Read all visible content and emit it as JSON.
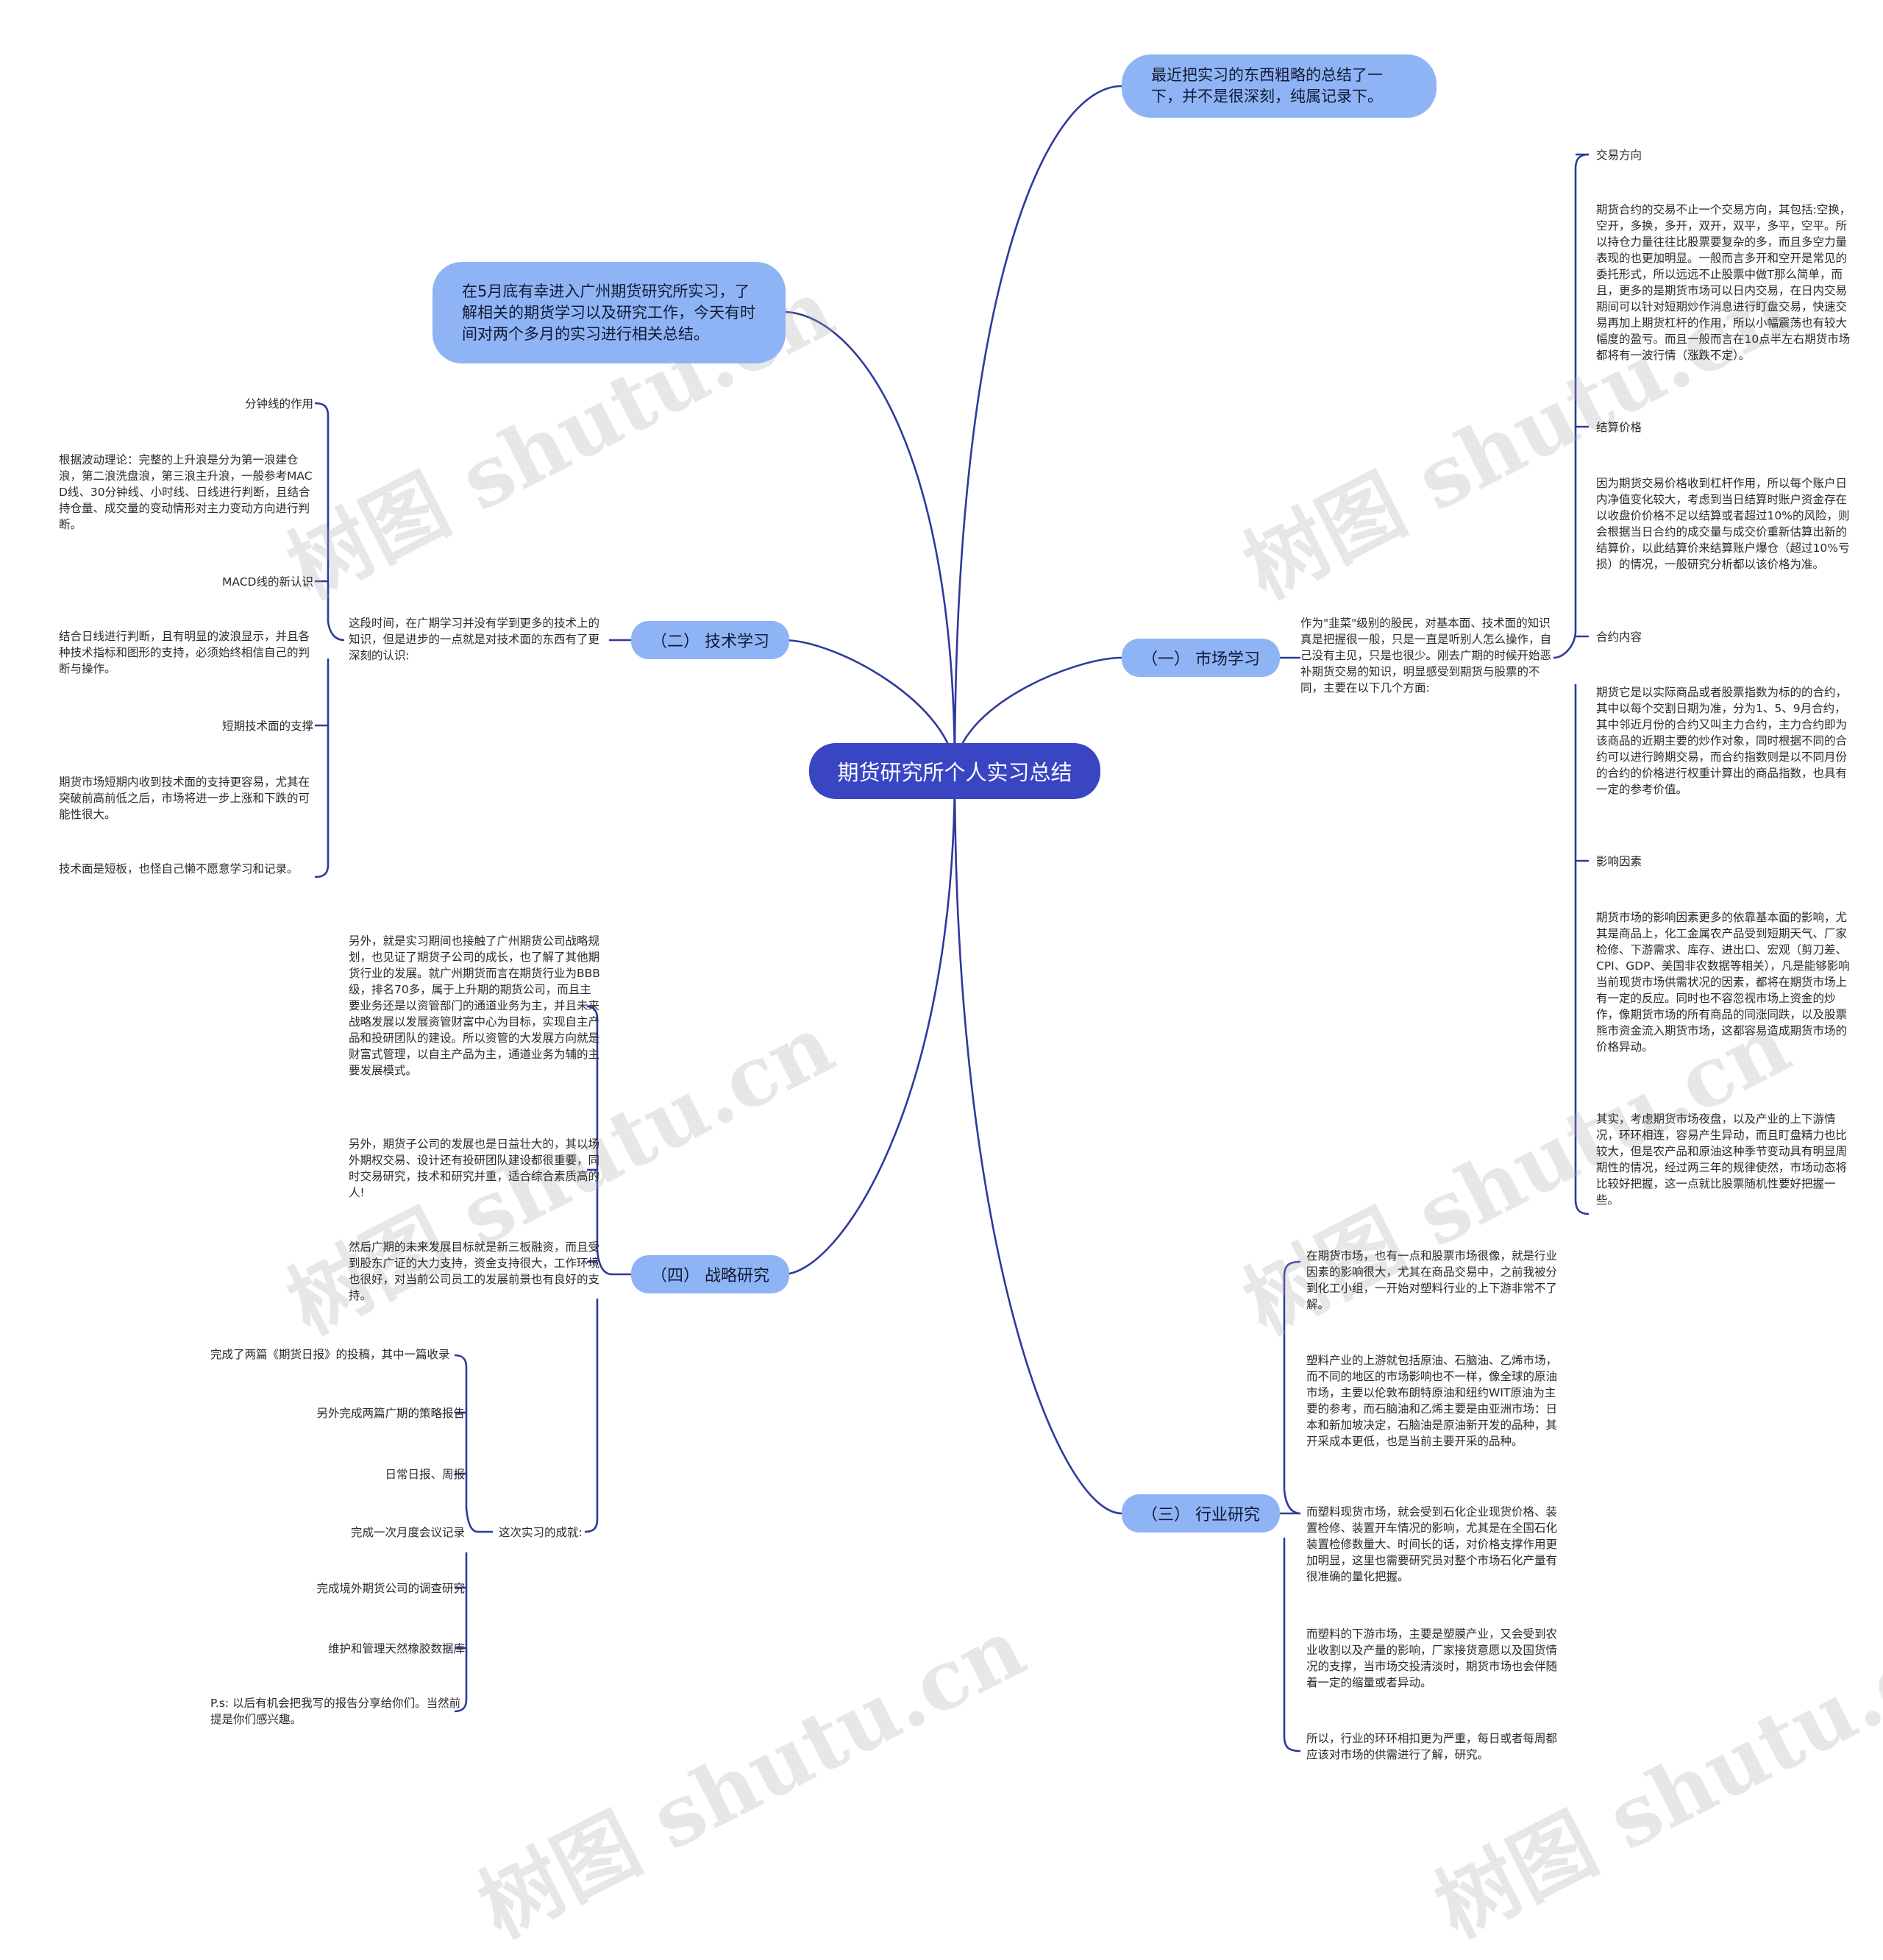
{
  "root": {
    "title": "期货研究所个人实习总结"
  },
  "intro": {
    "note": "最近把实习的东西粗略的总结了一下，并不是很深刻，纯属记录下。",
    "summary": "在5月底有幸进入广州期货研究所实习，了解相关的期货学习以及研究工作，今天有时间对两个多月的实习进行相关总结。"
  },
  "market": {
    "label": "（一） 市场学习",
    "desc": "作为\"韭菜\"级别的股民，对基本面、技术面的知识真是把握很一般，只是一直是听别人怎么操作，自己没有主见，只是也很少。刚去广期的时候开始恶补期货交易的知识，明显感受到期货与股票的不同，主要在以下几个方面:",
    "items": [
      "交易方向",
      "期货合约的交易不止一个交易方向，其包括:空换，空开，多换，多开，双开，双平，多平，空平。所以持仓力量往往比股票要复杂的多，而且多空力量表现的也更加明显。一般而言多开和空开是常见的委托形式，所以远远不止股票中做T那么简单，而且，更多的是期货市场可以日内交易，在日内交易期间可以针对短期炒作消息进行盯盘交易，快速交易再加上期货杠杆的作用，所以小幅震荡也有较大幅度的盈亏。而且一般而言在10点半左右期货市场都将有一波行情（涨跌不定）。",
      "结算价格",
      "因为期货交易价格收到杠杆作用，所以每个账户日内净值变化较大，考虑到当日结算时账户资金存在以收盘价价格不足以结算或者超过10%的风险，则会根据当日合约的成交量与成交价重新估算出新的结算价，以此结算价来结算账户爆仓（超过10%亏损）的情况，一般研究分析都以该价格为准。",
      "合约内容",
      "期货它是以实际商品或者股票指数为标的的合约，其中以每个交割日期为准，分为1、5、9月合约，其中邻近月份的合约又叫主力合约，主力合约即为该商品的近期主要的炒作对象，同时根据不同的合约可以进行跨期交易，而合约指数则是以不同月份的合约的价格进行权重计算出的商品指数，也具有一定的参考价值。",
      "影响因素",
      "期货市场的影响因素更多的依靠基本面的影响，尤其是商品上，化工金属农产品受到短期天气、厂家检修、下游需求、库存、进出口、宏观（剪刀差、CPI、GDP、美国非农数据等相关），凡是能够影响当前现货市场供需状况的因素，都将在期货市场上有一定的反应。同时也不容忽视市场上资金的炒作，像期货市场的所有商品的同涨同跌，以及股票熊市资金流入期货市场，这都容易造成期货市场的价格异动。",
      "其实，考虑期货市场夜盘，以及产业的上下游情况，环环相连，容易产生异动，而且盯盘精力也比较大，但是农产品和原油这种季节变动具有明显周期性的情况，经过两三年的规律使然，市场动态将比较好把握，这一点就比股票随机性要好把握一些。"
    ]
  },
  "tech": {
    "label": "（二） 技术学习",
    "desc": "这段时间，在广期学习并没有学到更多的技术上的知识，但是进步的一点就是对技术面的东西有了更深刻的认识:",
    "items": [
      "分钟线的作用",
      "根据波动理论：完整的上升浪是分为第一浪建仓浪，第二浪洗盘浪，第三浪主升浪，一般参考MACD线、30分钟线、小时线、日线进行判断，且结合持仓量、成交量的变动情形对主力变动方向进行判断。",
      "MACD线的新认识",
      "结合日线进行判断，且有明显的波浪显示，并且各种技术指标和图形的支持，必须始终相信自己的判断与操作。",
      "短期技术面的支撑",
      "期货市场短期内收到技术面的支持更容易，尤其在突破前高前低之后，市场将进一步上涨和下跌的可能性很大。",
      "技术面是短板，也怪自己懒不愿意学习和记录。"
    ]
  },
  "industry": {
    "label": "（三） 行业研究",
    "items": [
      "在期货市场，也有一点和股票市场很像，就是行业因素的影响很大，尤其在商品交易中，之前我被分到化工小组，一开始对塑料行业的上下游非常不了解。",
      "塑料产业的上游就包括原油、石脑油、乙烯市场，而不同的地区的市场影响也不一样，像全球的原油市场，主要以伦敦布朗特原油和纽约WIT原油为主要的参考，而石脑油和乙烯主要是由亚洲市场：日本和新加坡决定，石脑油是原油新开发的品种，其开采成本更低，也是当前主要开采的品种。",
      "而塑料现货市场，就会受到石化企业现货价格、装置检修、装置开车情况的影响，尤其是在全国石化装置检修数量大、时间长的话，对价格支撑作用更加明显，这里也需要研究员对整个市场石化产量有很准确的量化把握。",
      "而塑料的下游市场，主要是塑膜产业，又会受到农业收割以及产量的影响，厂家接货意愿以及国货情况的支撑，当市场交投清淡时，期货市场也会伴随着一定的缩量或者异动。",
      "所以，行业的环环相扣更为严重，每日或者每周都应该对市场的供需进行了解，研究。"
    ]
  },
  "strategy": {
    "label": "（四） 战略研究",
    "paras": [
      "另外，就是实习期间也接触了广州期货公司战略规划，也见证了期货子公司的成长，也了解了其他期货行业的发展。就广州期货而言在期货行业为BBB级，排名70多，属于上升期的期货公司，而且主要业务还是以资管部门的通道业务为主，并且未来战略发展以发展资管财富中心为目标，实现自主产品和投研团队的建设。所以资管的大发展方向就是财富式管理，以自主产品为主，通道业务为辅的主要发展模式。",
      "另外，期货子公司的发展也是日益壮大的，其以场外期权交易、设计还有投研团队建设都很重要，同时交易研究，技术和研究并重，适合综合素质高的人!",
      "然后广期的未来发展目标就是新三板融资，而且受到股东广证的大力支持，资金支持很大，工作环境也很好，对当前公司员工的发展前景也有良好的支持。"
    ],
    "achievements_label": "这次实习的成就:",
    "achievements": [
      "完成了两篇《期货日报》的投稿，其中一篇收录",
      "另外完成两篇广期的策略报告",
      "日常日报、周报",
      "完成一次月度会议记录",
      "完成境外期货公司的调查研究",
      "维护和管理天然橡胶数据库",
      "P.s: 以后有机会把我写的报告分享给你们。当然前提是你们感兴趣。"
    ]
  },
  "watermark": "树图 shutu.cn",
  "colors": {
    "root": "#3a45c4",
    "topic": "#8fb4f5",
    "line": "#2d3a9c"
  }
}
